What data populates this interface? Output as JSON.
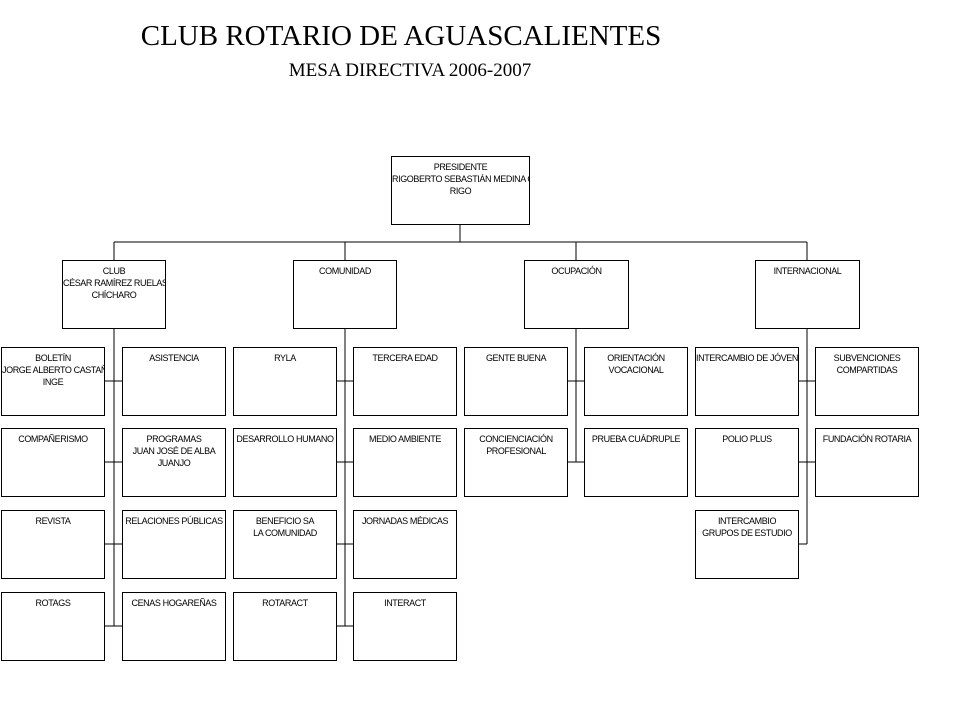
{
  "title": "CLUB ROTARIO DE AGUASCALIENTES",
  "subtitle": "MESA DIRECTIVA 2006-2007",
  "boxes": {
    "presidente": [
      "PRESIDENTE",
      "RIGOBERTO SEBASTIÁN MEDINA OCHOA",
      "RIGO"
    ],
    "club": [
      "CLUB",
      "CÉSAR RAMÍREZ RUELAS",
      "CHÍCHARO"
    ],
    "comunidad": [
      "COMUNIDAD"
    ],
    "ocupacion": [
      "OCUPACIÓN"
    ],
    "internacional": [
      "INTERNACIONAL"
    ],
    "boletin": [
      "BOLETÍN",
      "JORGE ALBERTO CASTAÑEDA",
      "INGE"
    ],
    "asistencia": [
      "ASISTENCIA"
    ],
    "companerismo": [
      "COMPAÑERISMO"
    ],
    "programas": [
      "PROGRAMAS",
      "JUAN JOSÉ DE ALBA",
      "JUANJO"
    ],
    "revista": [
      "REVISTA"
    ],
    "relaciones": [
      "RELACIONES PÚBLICAS"
    ],
    "rotags": [
      "ROTAGS"
    ],
    "cenas": [
      "CENAS HOGAREÑAS"
    ],
    "ryla": [
      "RYLA"
    ],
    "tercera": [
      "TERCERA EDAD"
    ],
    "desarrollo": [
      "DESARROLLO HUMANO"
    ],
    "medio": [
      "MEDIO AMBIENTE"
    ],
    "beneficio": [
      "BENEFICIO SA",
      "LA COMUNIDAD"
    ],
    "jornadas": [
      "JORNADAS MÉDICAS"
    ],
    "rotaract": [
      "ROTARACT"
    ],
    "interact": [
      "INTERACT"
    ],
    "gente": [
      "GENTE BUENA"
    ],
    "orientacion": [
      "ORIENTACIÓN",
      "VOCACIONAL"
    ],
    "concienciacion": [
      "CONCIENCIACIÓN",
      "PROFESIONAL"
    ],
    "prueba": [
      "PRUEBA CUÁDRUPLE"
    ],
    "intercambio_jovenes": [
      "INTERCAMBIO DE JÓVENES"
    ],
    "subvenciones": [
      "SUBVENCIONES",
      "COMPARTIDAS"
    ],
    "polio": [
      "POLIO PLUS"
    ],
    "fundacion": [
      "FUNDACIÓN ROTARIA"
    ],
    "intercambio_grupos": [
      "INTERCAMBIO",
      "GRUPOS DE ESTUDIO"
    ]
  }
}
